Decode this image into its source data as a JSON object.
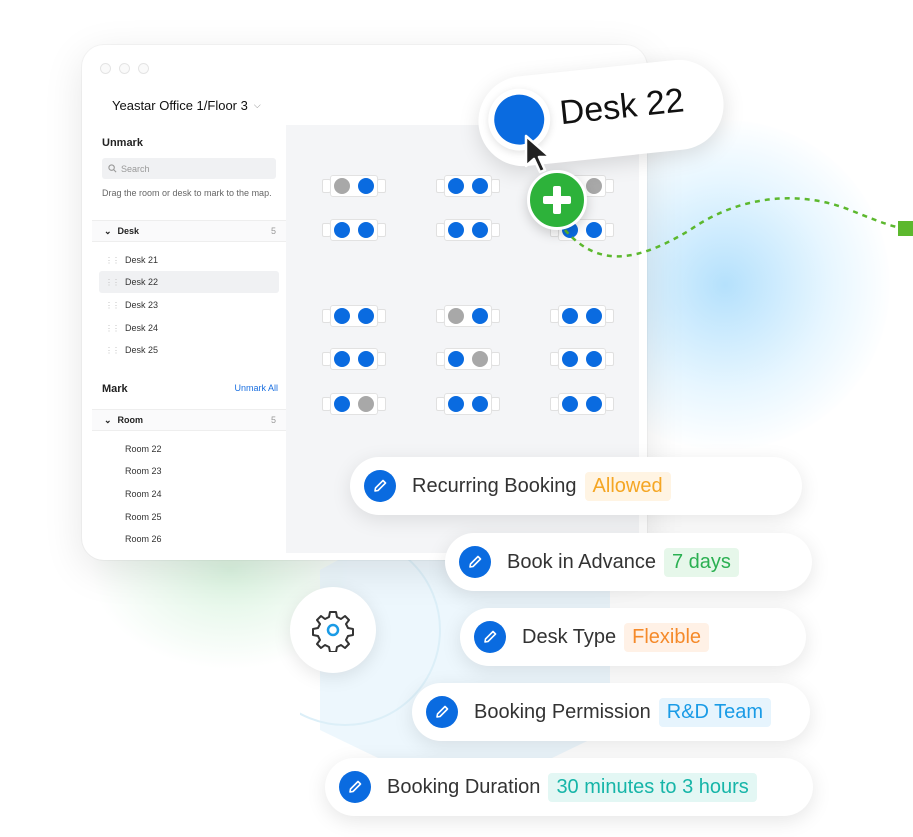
{
  "window": {
    "breadcrumb": "Yeastar Office 1/Floor 3"
  },
  "sidebar": {
    "unmark_title": "Unmark",
    "search_placeholder": "Search",
    "hint": "Drag the room or desk to mark to the map.",
    "desk_group": {
      "label": "Desk",
      "count": "5"
    },
    "desks": [
      "Desk 21",
      "Desk 22",
      "Desk 23",
      "Desk 24",
      "Desk 25"
    ],
    "selected_desk": "Desk 22",
    "mark_title": "Mark",
    "unmark_all": "Unmark All",
    "room_group": {
      "label": "Room",
      "count": "5"
    },
    "rooms": [
      "Room 22",
      "Room 23",
      "Room 24",
      "Room 25",
      "Room 26"
    ]
  },
  "tooltip": {
    "label": "Desk 22"
  },
  "map": {
    "desk_colors": {
      "available": "#0a6be0",
      "unavailable": "#a8a8a8"
    }
  },
  "settings": [
    {
      "name": "Recurring Booking",
      "value": "Allowed",
      "value_color": "#f5a623",
      "value_bg": "#fff4e3"
    },
    {
      "name": "Book in Advance",
      "value": "7 days",
      "value_color": "#2bb052",
      "value_bg": "#e6f7ea"
    },
    {
      "name": "Desk Type",
      "value": "Flexible",
      "value_color": "#f58a2a",
      "value_bg": "#fff1e6"
    },
    {
      "name": "Booking Permission",
      "value": "R&D Team",
      "value_color": "#1a9be6",
      "value_bg": "#e6f4fd"
    },
    {
      "name": "Booking Duration",
      "value": "30 minutes to 3 hours",
      "value_color": "#16b5a8",
      "value_bg": "#e3f7f4"
    }
  ],
  "icons": {
    "edit": "pencil-icon",
    "gear": "gear-icon",
    "add": "plus-icon",
    "cursor": "cursor-icon",
    "search": "search-icon",
    "chevron": "chevron-down-icon"
  }
}
